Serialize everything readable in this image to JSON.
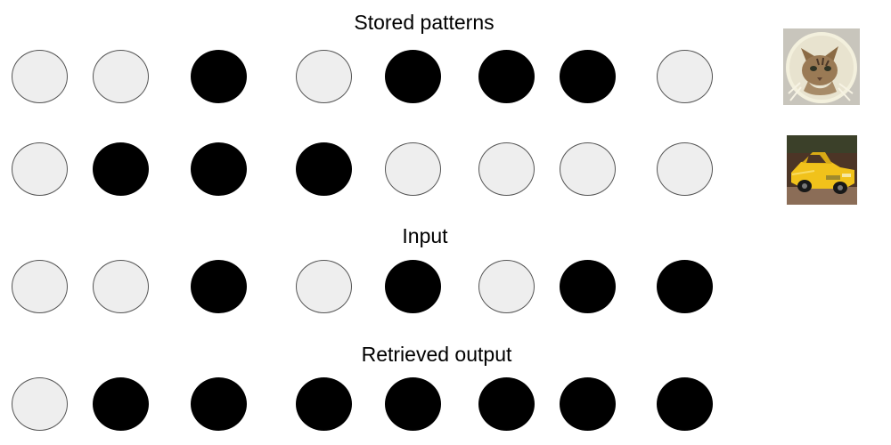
{
  "labels": {
    "stored": "Stored patterns",
    "input": "Input",
    "output": "Retrieved output"
  },
  "patterns": {
    "stored_1": [
      0,
      0,
      1,
      0,
      1,
      1,
      1,
      0
    ],
    "stored_2": [
      0,
      1,
      1,
      1,
      0,
      0,
      0,
      0
    ],
    "input": [
      0,
      0,
      1,
      0,
      1,
      0,
      1,
      1
    ],
    "output": [
      0,
      1,
      1,
      1,
      1,
      1,
      1,
      1
    ]
  },
  "thumbnails": {
    "stored_1": "cat-image",
    "stored_2": "yellow-car-image"
  },
  "colors": {
    "active": "#000000",
    "inactive": "#eeeeee"
  }
}
